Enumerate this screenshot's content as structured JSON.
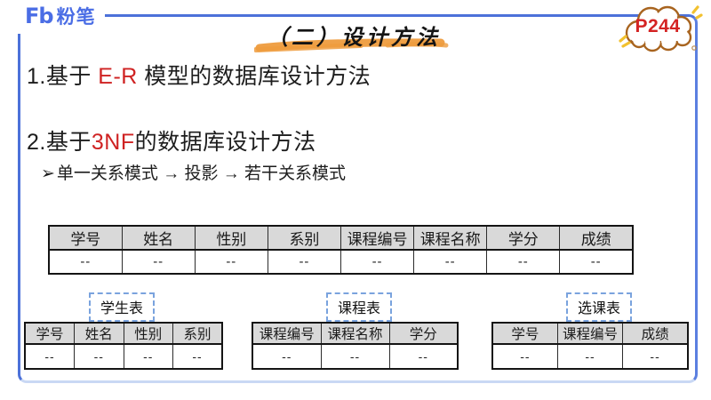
{
  "header": {
    "logo_mark": "Fb",
    "logo_text": "粉笔",
    "title": "（二）设计方法",
    "page_badge": "P244"
  },
  "content": {
    "item1": {
      "prefix": "1.基于 ",
      "accent": "E-R",
      "suffix": " 模型的数据库设计方法"
    },
    "item2": {
      "prefix": "2.基于",
      "accent": "3NF",
      "suffix": "的数据库设计方法"
    },
    "bullet": {
      "marker": "➢",
      "text": "单一关系模式 → 投影 → 若干关系模式"
    }
  },
  "main_table": {
    "headers": [
      "学号",
      "姓名",
      "性别",
      "系别",
      "课程编号",
      "课程名称",
      "学分",
      "成绩"
    ],
    "row": [
      "--",
      "--",
      "--",
      "--",
      "--",
      "--",
      "--",
      "--"
    ]
  },
  "sub_tables": [
    {
      "label": "学生表",
      "headers": [
        "学号",
        "姓名",
        "性别",
        "系别"
      ],
      "row": [
        "--",
        "--",
        "--",
        "--"
      ]
    },
    {
      "label": "课程表",
      "headers": [
        "课程编号",
        "课程名称",
        "学分"
      ],
      "row": [
        "--",
        "--",
        "--"
      ]
    },
    {
      "label": "选课表",
      "headers": [
        "学号",
        "课程编号",
        "成绩"
      ],
      "row": [
        "--",
        "--",
        "--"
      ]
    }
  ],
  "colors": {
    "brand_blue": "#4a6de5",
    "frame_blue": "#4c71d9",
    "accent_red": "#cf2222",
    "highlight_orange": "#ee9c3e",
    "table_header_gray": "#d9d9d9",
    "label_border_blue": "#7aa3de",
    "cloud_outline": "#a8641f",
    "sparkle_yellow": "#f2c12e"
  }
}
